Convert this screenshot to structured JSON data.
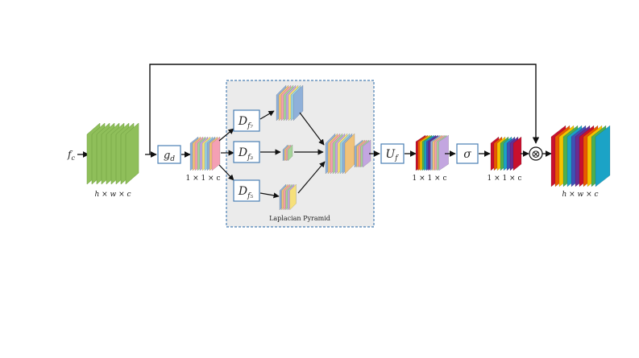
{
  "input": {
    "symbol": "f",
    "subscript": "c",
    "size_label": "h × w × c"
  },
  "gd_block": {
    "symbol": "g",
    "subscript": "d"
  },
  "vec1_label": "1 × 1 × c",
  "pyramid": {
    "title": "Laplacian Pyramid",
    "branches": [
      {
        "symbol": "D",
        "subscript": "f₇"
      },
      {
        "symbol": "D",
        "subscript": "f₃"
      },
      {
        "symbol": "D",
        "subscript": "f₅"
      }
    ]
  },
  "uf_block": {
    "symbol": "U",
    "subscript": "f"
  },
  "vec2_label": "1 × 1 × c",
  "sigma_block": {
    "symbol": "σ"
  },
  "vec3_label": "1 × 1 × c",
  "multiply_symbol": "⊗",
  "output": {
    "size_label": "h × w × c"
  },
  "colors": {
    "input_green": "#8fbf5a",
    "input_green_edge": "#6a9a3c",
    "pastel": [
      "#8fb0d9",
      "#f0c27a",
      "#f4a0b4",
      "#a6d49a",
      "#c3a6e0",
      "#f6e07a",
      "#9ad0e0"
    ],
    "rainbow": [
      "#c8102e",
      "#e85a00",
      "#f4c400",
      "#4caf50",
      "#1ba3c6",
      "#3f51b5",
      "#6a2c91"
    ],
    "pyramid_bg": "#ebebeb",
    "pyramid_border": "#4a7fb5",
    "block_border": "#4a7fb5"
  }
}
